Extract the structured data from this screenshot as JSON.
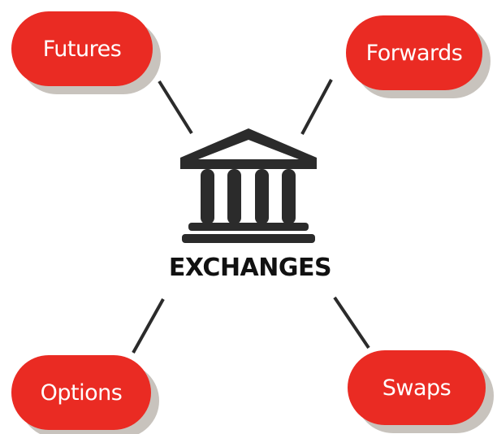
{
  "center": {
    "label": "EXCHANGES",
    "icon": "bank-building-icon"
  },
  "nodes": [
    {
      "label": "Futures"
    },
    {
      "label": "Forwards"
    },
    {
      "label": "Options"
    },
    {
      "label": "Swaps"
    }
  ],
  "colors": {
    "node_fill": "#ea2b23",
    "node_shadow": "#c8c3bd",
    "icon": "#2b2b2b",
    "connector": "#2b2b2b",
    "label": "#111111"
  }
}
